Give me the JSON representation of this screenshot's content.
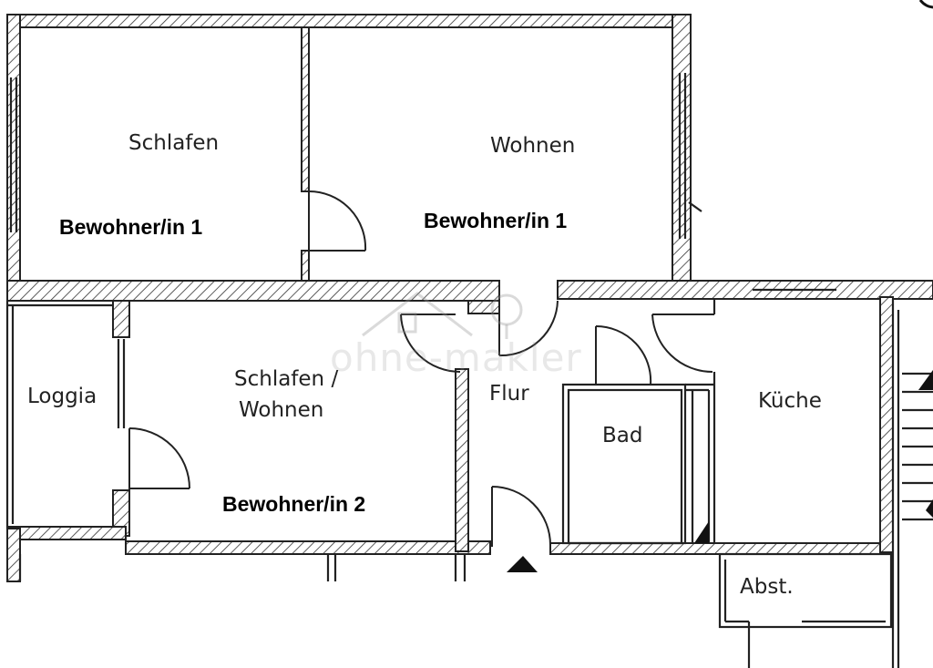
{
  "rooms": {
    "schlafen": "Schlafen",
    "wohnen": "Wohnen",
    "schlafen_wohnen_1": "Schlafen /",
    "schlafen_wohnen_2": "Wohnen",
    "loggia": "Loggia",
    "flur": "Flur",
    "bad": "Bad",
    "kueche": "Küche",
    "abst": "Abst."
  },
  "occupants": {
    "schlafen": "Bewohner/in 1",
    "wohnen": "Bewohner/in 1",
    "schlafen_wohnen": "Bewohner/in 2"
  },
  "watermark": "ohne-makler"
}
